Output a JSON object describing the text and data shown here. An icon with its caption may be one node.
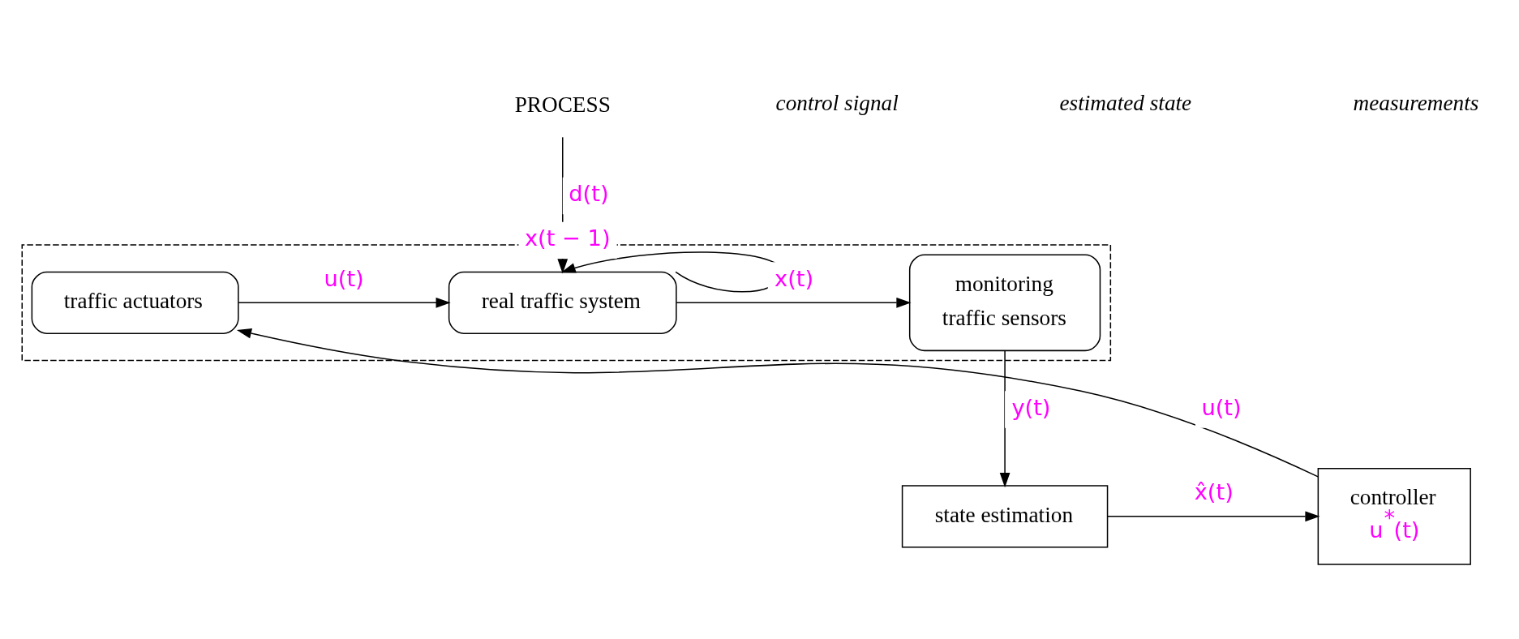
{
  "diagram": {
    "nodes": [
      {
        "text": [
          "PROCESS"
        ]
      },
      {
        "text": [],
        "shape": "box"
      },
      {
        "text": [
          "traffic actuators"
        ],
        "in": 1
      },
      {
        "text": [
          "real traffic system"
        ],
        "in": 1
      },
      {
        "text": [
          "monitoring",
          "traffic sensors"
        ],
        "in": 1
      },
      {
        "text": [
          "controller",
          "u$^{*}$(t)"
        ]
      },
      {
        "text": [
          "state estimation"
        ]
      }
    ],
    "edges": [
      {
        "from": 0,
        "to": 3,
        "arrow": "to",
        "label": "d(t)"
      },
      {
        "from": 2,
        "to": 3,
        "arrow": "to",
        "label": "u(t)"
      },
      {
        "from": 3,
        "to": 4,
        "arrow": "to",
        "label": "x(t)"
      },
      {
        "from": 3,
        "to": 3,
        "arrow": "to",
        "label": "x(t − 1)"
      },
      {
        "from": 4,
        "to": 6,
        "arrow": "to",
        "label": "y(t)"
      },
      {
        "from": 6,
        "to": 5,
        "arrow": "to",
        "label": "x̂(t)"
      },
      {
        "from": 5,
        "to": 2,
        "arrow": "to",
        "label": "u(t)"
      }
    ],
    "labels": [
      "control signal",
      "estimated state",
      "measurements"
    ]
  }
}
